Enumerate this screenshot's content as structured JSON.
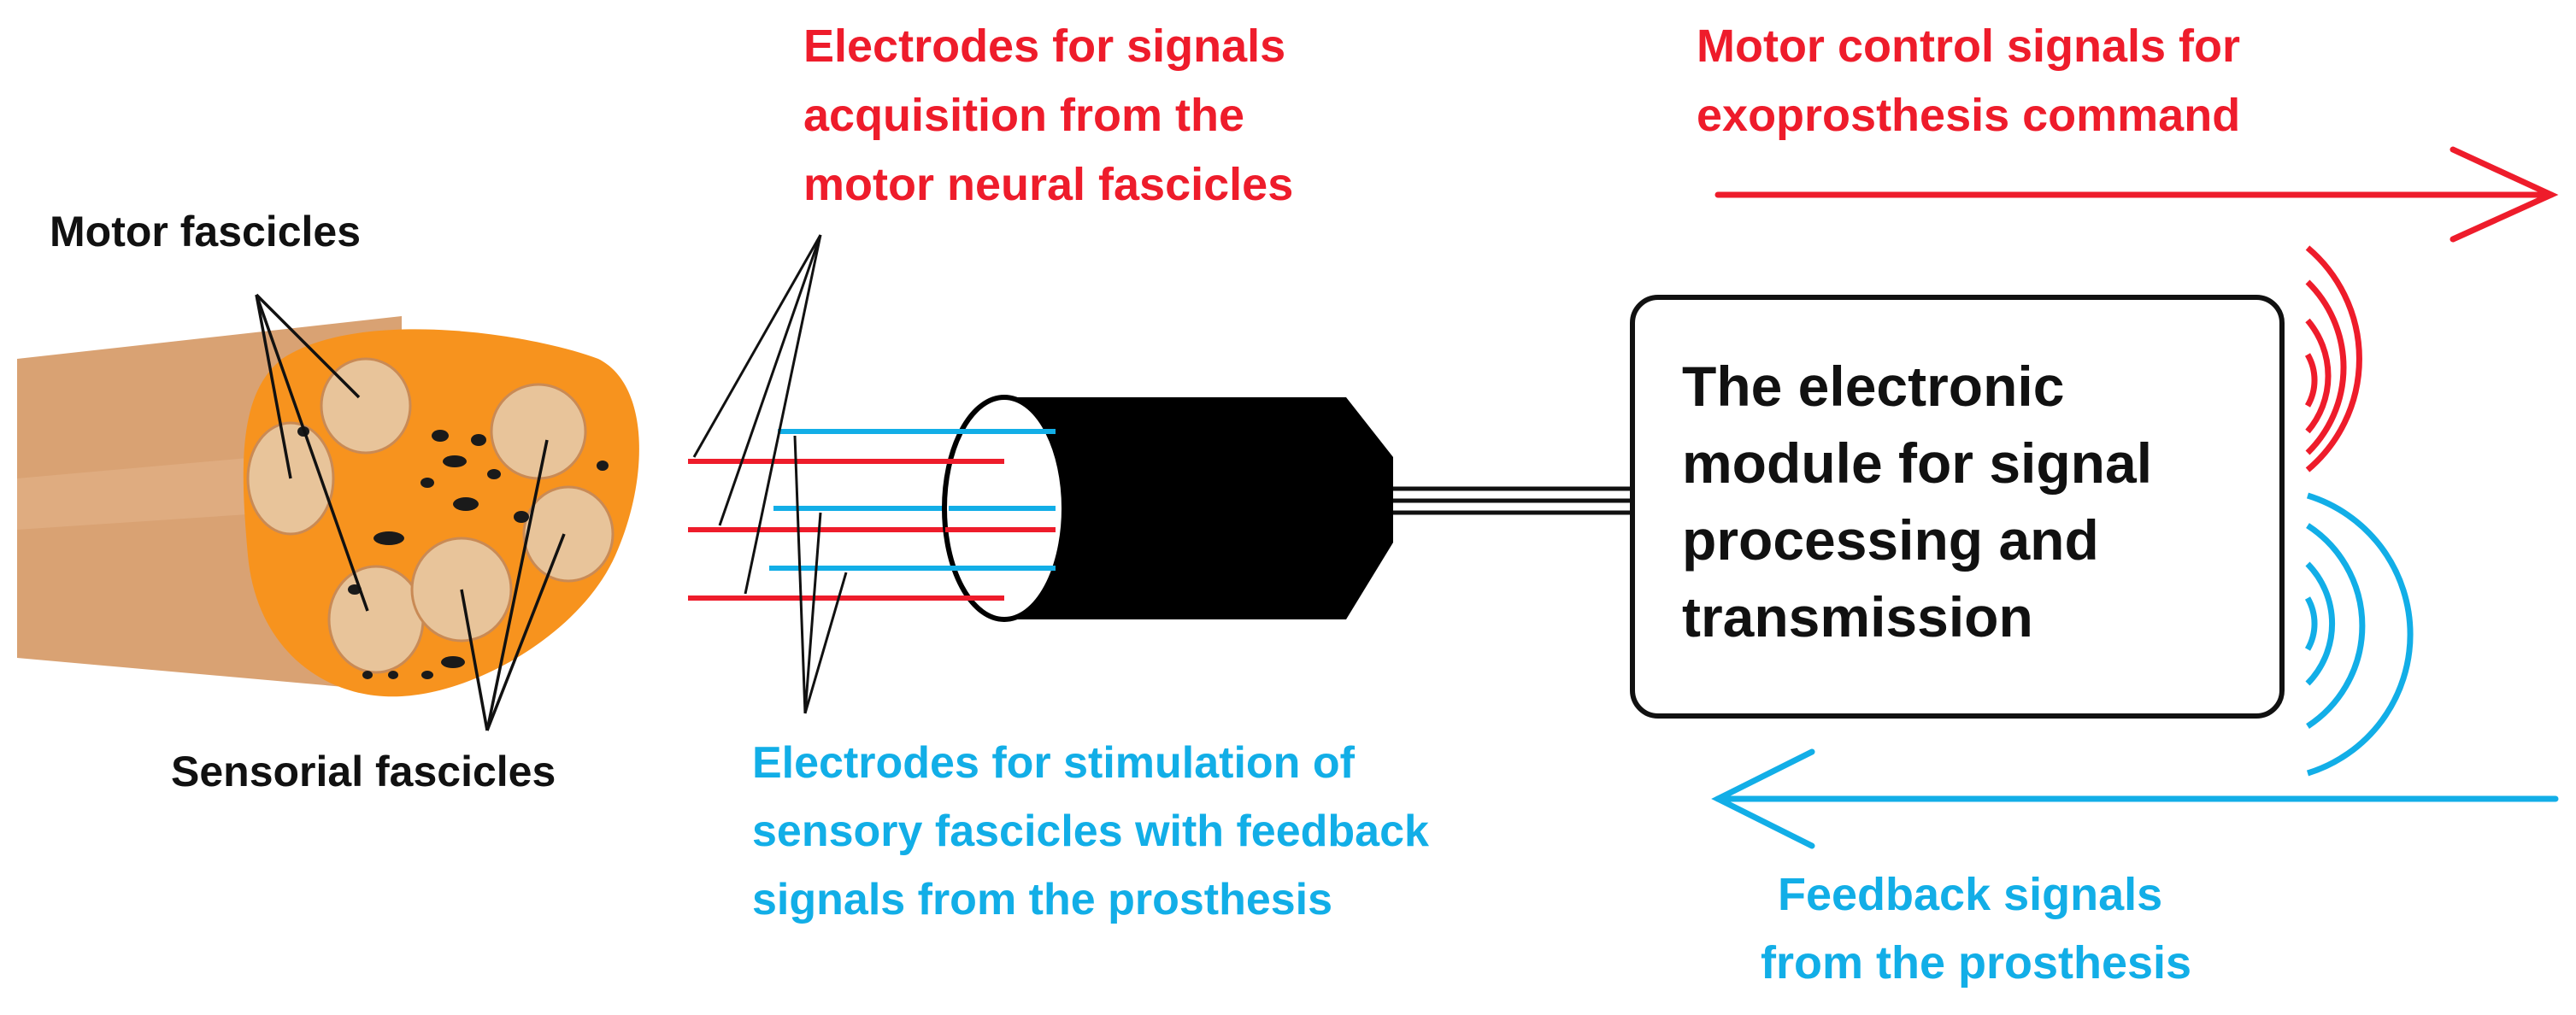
{
  "colors": {
    "motor_red": "#ee1c2b",
    "sensory_blue": "#12aee7",
    "nerve_outer": "#f7931e",
    "nerve_tan": "#d9a273",
    "fascicle_fill": "#e8c49a",
    "text_black": "#111111"
  },
  "labels": {
    "motor_fascicles": "Motor fascicles",
    "sensorial_fascicles": "Sensorial fascicles",
    "electrodes_acquisition": [
      "Electrodes for signals",
      "acquisition from the",
      "motor neural fascicles"
    ],
    "motor_control": [
      "Motor control signals for",
      "exoprosthesis command"
    ],
    "electronic_module": [
      "The electronic",
      "module for signal",
      "processing and",
      "transmission"
    ],
    "electrodes_stimulation": [
      "Electrodes for stimulation of",
      "sensory fascicles with feedback",
      "signals from the prosthesis"
    ],
    "feedback_signals": [
      "Feedback signals",
      "from the prosthesis"
    ]
  }
}
